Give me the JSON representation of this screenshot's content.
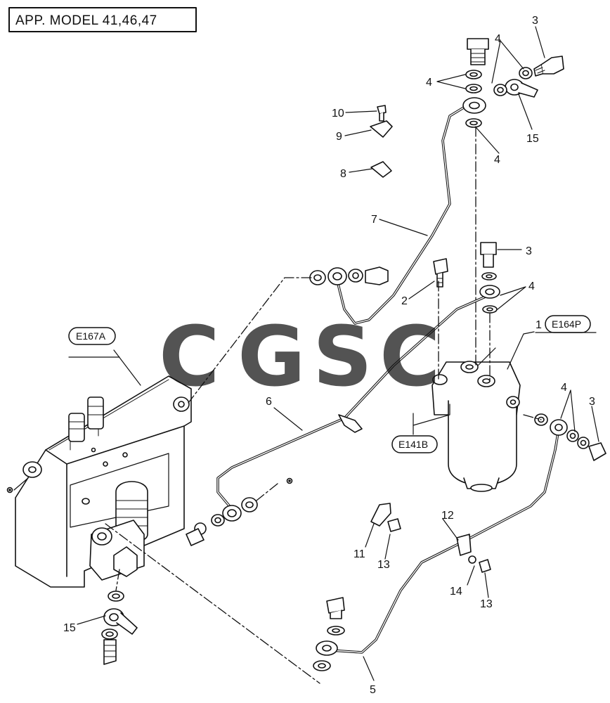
{
  "title": "APP. MODEL 41,46,47",
  "watermark": {
    "letters": [
      {
        "char": "C",
        "color": "#6aa6f8"
      },
      {
        "char": "G",
        "color": "#f47c74"
      },
      {
        "char": "S",
        "color": "#f8d25a"
      },
      {
        "char": "C",
        "color": "#46b486"
      }
    ]
  },
  "references": {
    "e167a": "E167A",
    "e164p": "E164P",
    "e141b": "E141B"
  },
  "callouts": {
    "c1": "1",
    "c2": "2",
    "c3a": "3",
    "c3b": "3",
    "c3c": "3",
    "c4a": "4",
    "c4b": "4",
    "c4c": "4",
    "c4d": "4",
    "c4e": "4",
    "c5": "5",
    "c6": "6",
    "c7": "7",
    "c8": "8",
    "c9": "9",
    "c10": "10",
    "c11": "11",
    "c12": "12",
    "c13a": "13",
    "c13b": "13",
    "c14": "14",
    "c15a": "15",
    "c15b": "15"
  }
}
